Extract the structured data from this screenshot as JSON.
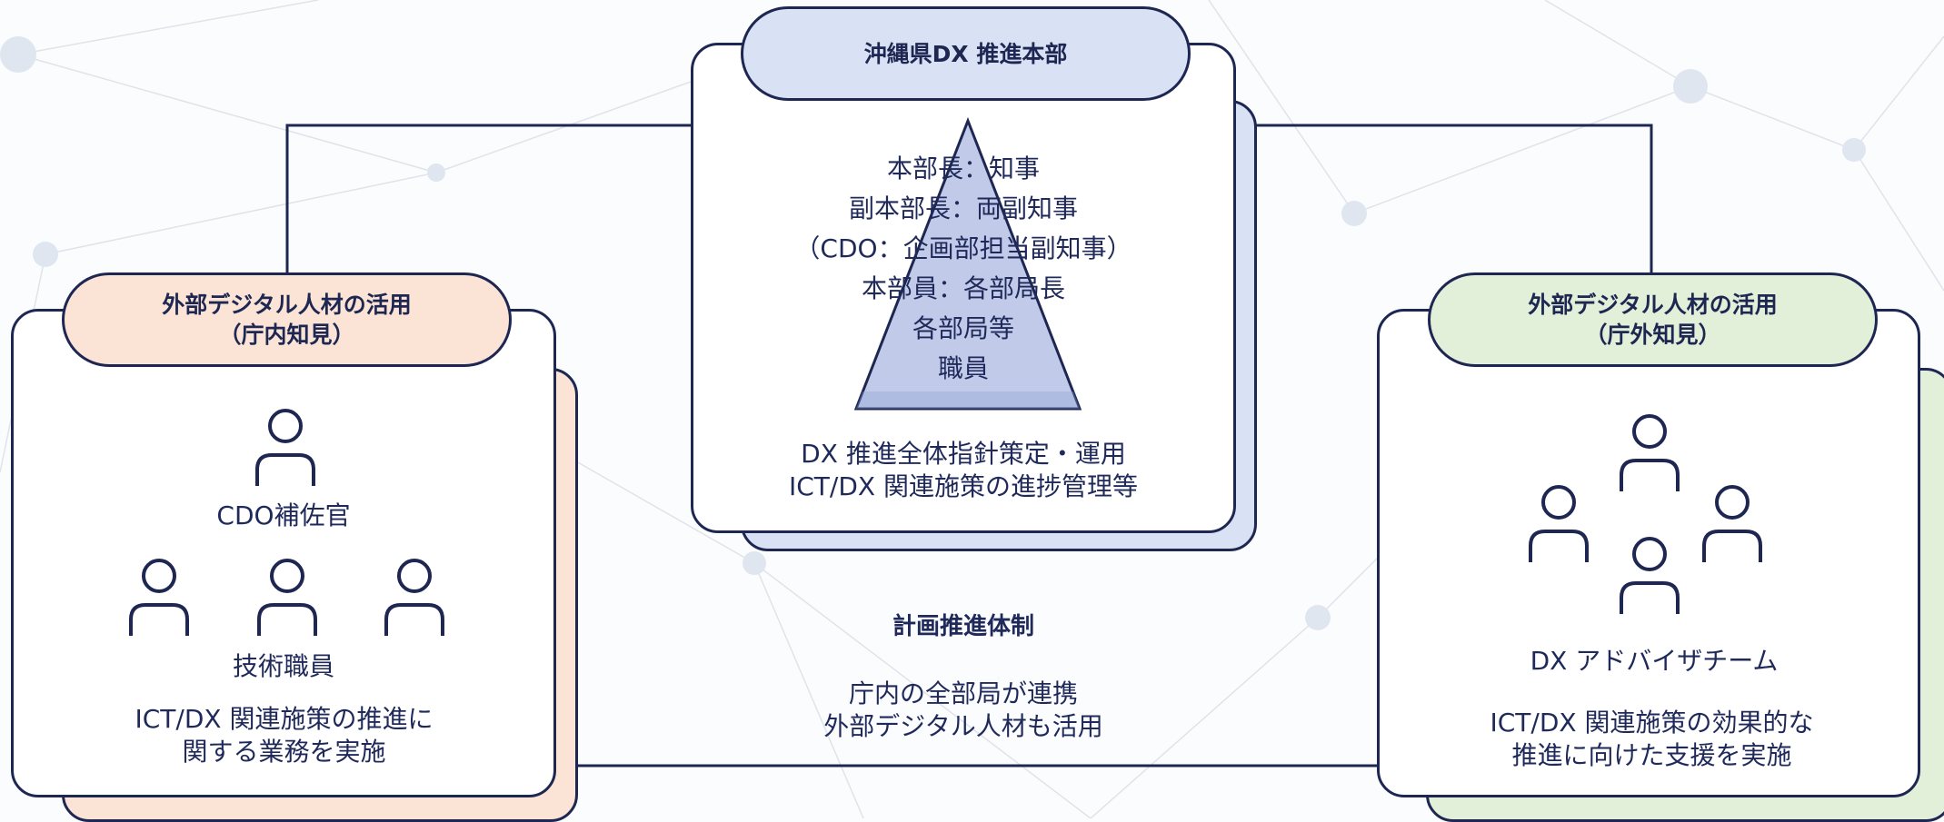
{
  "colors": {
    "line": "#1e2752",
    "hq_fill": "#d9e2f5",
    "left_fill": "#fbe4d6",
    "right_fill": "#e2efd9",
    "pyramid_fill": "#a9b7e0",
    "network": "#d8dde6"
  },
  "hq": {
    "title": "沖縄県DX 推進本部",
    "pyramid_lines": [
      "本部長：知事",
      "副本部長：両副知事",
      "（CDO：企画部担当副知事）",
      "本部員：各部局長",
      "各部局等",
      "職員"
    ],
    "duties": [
      "DX 推進全体指針策定・運用",
      "ICT/DX 関連施策の進捗管理等"
    ]
  },
  "left": {
    "title_line1": "外部デジタル人材の活用",
    "title_line2": "（庁内知見）",
    "person_label_1": "CDO補佐官",
    "person_label_2": "技術職員",
    "icon": "person-icon",
    "description": [
      "ICT/DX 関連施策の推進に",
      "関する業務を実施"
    ]
  },
  "center": {
    "title": "計画推進体制",
    "description": [
      "庁内の全部局が連携",
      "外部デジタル人材も活用"
    ]
  },
  "right": {
    "title_line1": "外部デジタル人材の活用",
    "title_line2": "（庁外知見）",
    "team_label": "DX アドバイザチーム",
    "icon": "person-icon",
    "description": [
      "ICT/DX 関連施策の効果的な",
      "推進に向けた支援を実施"
    ]
  }
}
